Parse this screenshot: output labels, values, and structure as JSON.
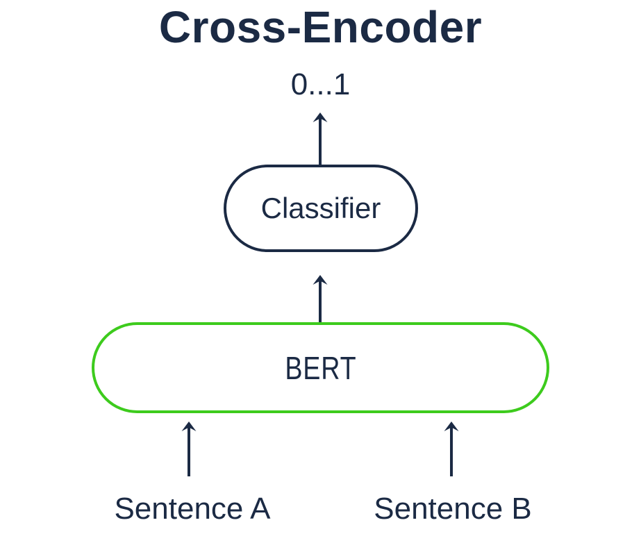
{
  "colors": {
    "navy": "#1b2a44",
    "green": "#3dcb1d",
    "background": "#ffffff"
  },
  "title": "Cross-Encoder",
  "output_label": "0...1",
  "nodes": {
    "classifier": "Classifier",
    "bert": "BERT"
  },
  "inputs": {
    "sentence_a": "Sentence A",
    "sentence_b": "Sentence B"
  }
}
